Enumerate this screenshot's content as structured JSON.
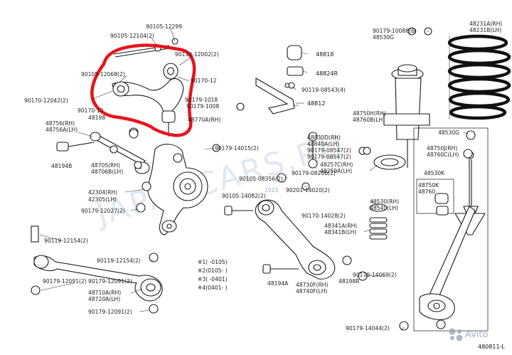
{
  "labels": {
    "p90105_12299": "90105-12299",
    "p90105_12104": "90105-12104(2)",
    "p90119_12002": "90119-12002(2)",
    "p90105_12068": "90105-12068(2)",
    "p90170_12": "90170-12",
    "p48818": "48818",
    "p48824r": "48824R",
    "p90119_08543": "90119-08543(4)",
    "p48812": "48812",
    "p90170_12042": "90170-12042(2)",
    "p90179_1018": "90179-1018",
    "p90179_1008": "90179-1008",
    "p90170_12_b": "90170-12",
    "p48756_rh": "48756(RH)",
    "p48756a_lh": "48756A(LH)",
    "p48198": "48198",
    "p48770a_rh": "48770A(RH)",
    "p90179_14015": "90179-14015(2)",
    "p48705_rh": "48705(RH)",
    "p48706b_lh": "48706B(LH)",
    "p48194b": "48194B",
    "p48830d_rh": "48830D(RH)",
    "p48840a_lh": "48840A(LH)",
    "p90179_08547": "90179-08547(2)",
    "p90179_08547b": "90179-08547(2)",
    "p90105_08356": "90105-08356(2)",
    "p90179_08206": "90179-08206(2)",
    "p90201_14020": "90201-14020(2)",
    "p42304_rh": "42304(RH)",
    "p42305_lh": "42305(LH)",
    "p90105_14082": "90105-14082(2)",
    "p90179_12027": "90179-12027(2)",
    "p90170_14028": "90170-14028(2)",
    "p90119_12154a": "90119-12154(2)",
    "p90119_12154b": "90119-12154(2)",
    "p90179_12091a": "90179-12091(2)",
    "p90179_12091b": "90179-12091(2)",
    "p48710a_rh": "48710A(RH)",
    "p48720a_lh": "48720A(LH)",
    "p90179_10088": "90179-10088(6)",
    "p48530g": "48530G",
    "p48231a_rh": "48231A(RH)",
    "p48231b_lh": "48231B(LH)",
    "p48750h_rh": "48750H(RH)",
    "p48760b_lh": "48760B(LH)",
    "p48257c_rh": "48257C(RH)",
    "p48259a_lh": "48259A(LH)",
    "p48530_rh": "48530(RH)",
    "p48540_lh": "48540(LH)",
    "p48341a_rh": "48341A(RH)",
    "p48341b_lh": "48341B(LH)",
    "p48750j_rh": "48750J(RH)",
    "p48760c_lh": "48760C(LH)",
    "p48530k": "48530K",
    "p48750k": "48750K",
    "p48760": "48760",
    "p48194a": "48194A",
    "p48730f_rh": "48730F(RH)",
    "p48740f_lh": "48740F(LH)",
    "p48198r": "48198R",
    "p90179_14069": "90179-14069(2)",
    "p90179_14044": "90179-14044(2)",
    "note1": "※1(    -0105)",
    "note2": "※2(0105-      )",
    "note3": "※3(        -0401)",
    "note4": "※4(0401-      )",
    "diagram_id": "480811-L",
    "watermark": "JAPANCARS.RU",
    "wm_small": "2023",
    "brand": "Avito"
  },
  "colors": {
    "highlight": "#e8141c",
    "watermark": "#c9d6e6"
  },
  "icons": {
    "brand_icon": "avito-logo-icon"
  }
}
